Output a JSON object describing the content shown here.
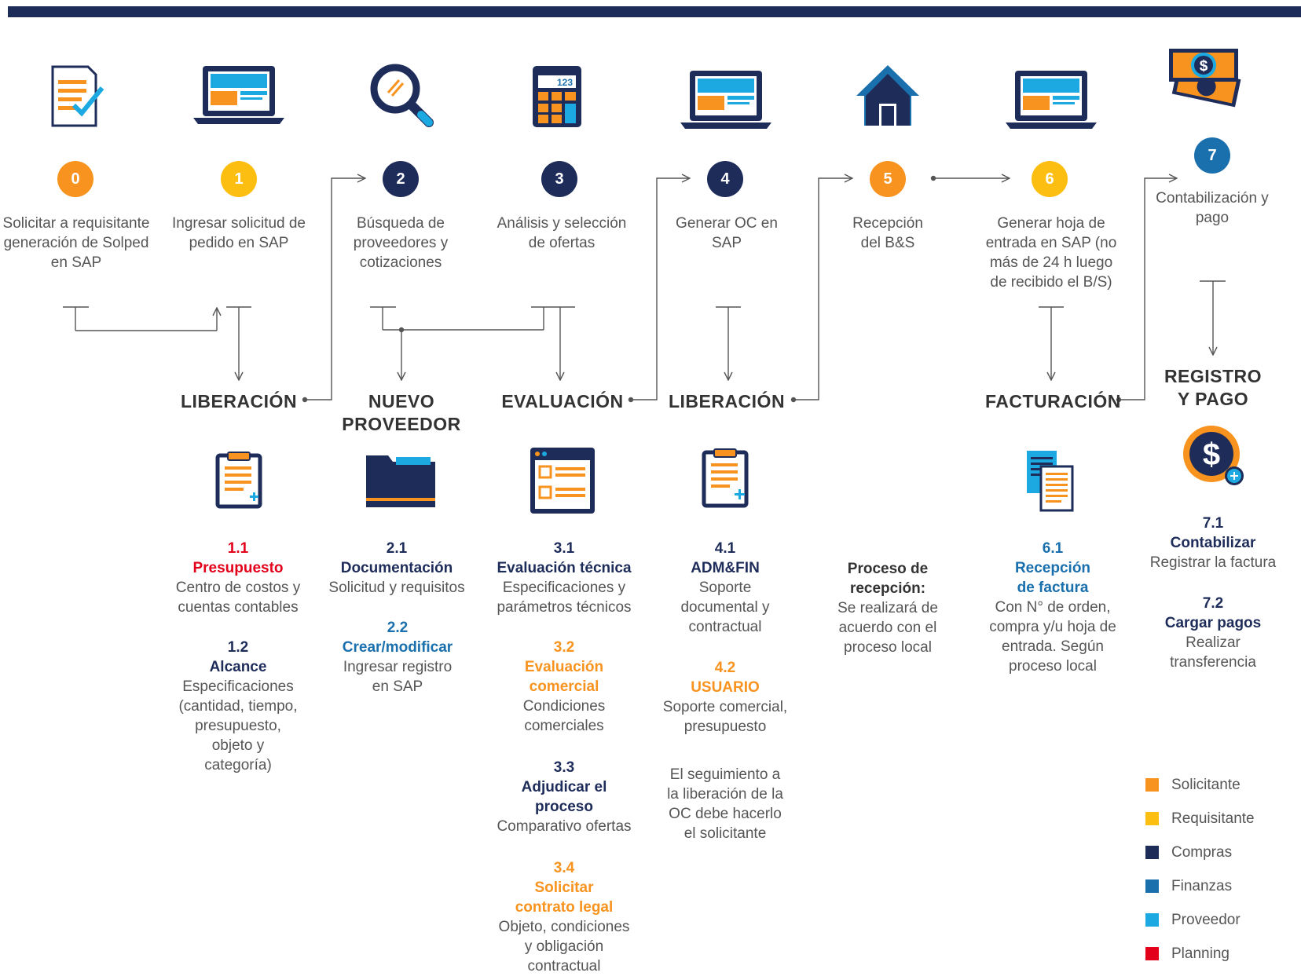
{
  "colors": {
    "solicitante": "#f7931e",
    "requisitante": "#fdbe12",
    "compras": "#1e2c5a",
    "finanzas": "#1a6fad",
    "proveedor": "#1ca9e1",
    "planning": "#e2001a"
  },
  "steps": [
    {
      "num": "0",
      "label": "Solicitar a requisitante generación de Solped en SAP",
      "role": "solicitante",
      "icon": "document-check-icon"
    },
    {
      "num": "1",
      "label": "Ingresar solicitud de pedido en SAP",
      "role": "requisitante",
      "icon": "laptop-icon"
    },
    {
      "num": "2",
      "label": "Búsqueda de proveedores y cotizaciones",
      "role": "compras",
      "icon": "magnifier-icon"
    },
    {
      "num": "3",
      "label": "Análisis y selección de ofertas",
      "role": "compras",
      "icon": "calculator-icon"
    },
    {
      "num": "4",
      "label": "Generar OC en SAP",
      "role": "compras",
      "icon": "laptop-icon"
    },
    {
      "num": "5",
      "label": "Recepción del B&S",
      "role": "solicitante",
      "icon": "house-icon"
    },
    {
      "num": "6",
      "label": "Generar hoja de entrada en SAP (no más de 24 h luego de recibido el B/S)",
      "role": "requisitante",
      "icon": "laptop-icon"
    },
    {
      "num": "7",
      "label": "Contabilización y pago",
      "role": "finanzas",
      "icon": "money-icon"
    }
  ],
  "calc_display": "123",
  "phases": {
    "liberacion1": "LIBERACIÓN",
    "nuevo_proveedor": "NUEVO PROVEEDOR",
    "evaluacion": "EVALUACIÓN",
    "liberacion2": "LIBERACIÓN",
    "facturacion": "FACTURACIÓN",
    "registro": "REGISTRO Y PAGO"
  },
  "sub": {
    "s11": {
      "num": "1.1",
      "title": "Presupuesto",
      "text": "Centro de costos y cuentas contables"
    },
    "s12": {
      "num": "1.2",
      "title": "Alcance",
      "text": "Especificaciones (cantidad, tiempo, presupuesto, objeto y categoría)"
    },
    "s21": {
      "num": "2.1",
      "title": "Documentación",
      "text": "Solicitud y requisitos"
    },
    "s22": {
      "num": "2.2",
      "title": "Crear/modificar",
      "text": "Ingresar registro en SAP"
    },
    "s31": {
      "num": "3.1",
      "title": "Evaluación técnica",
      "text": "Especificaciones y parámetros técnicos"
    },
    "s32": {
      "num": "3.2",
      "title": "Evaluación comercial",
      "text": "Condiciones comerciales"
    },
    "s33": {
      "num": "3.3",
      "title": "Adjudicar el proceso",
      "text": "Comparativo ofertas"
    },
    "s34": {
      "num": "3.4",
      "title": "Solicitar contrato legal",
      "text": "Objeto, condiciones y obligación contractual"
    },
    "s41": {
      "num": "4.1",
      "title": "ADM&FIN",
      "text": "Soporte documental y contractual"
    },
    "s42": {
      "num": "4.2",
      "title": "USUARIO",
      "text": "Soporte comercial, presupuesto"
    },
    "s42note": "El seguimiento a la liberación de la OC debe hacerlo el solicitante",
    "s5": {
      "title": "Proceso de recepción:",
      "text": "Se realizará de acuerdo con el proceso local"
    },
    "s61": {
      "num": "6.1",
      "title": "Recepción de factura",
      "text": "Con N° de orden, compra y/u hoja de entrada. Según proceso local"
    },
    "s71": {
      "num": "7.1",
      "title": "Contabilizar",
      "text": "Registrar la factura"
    },
    "s72": {
      "num": "7.2",
      "title": "Cargar pagos",
      "text": "Realizar transferencia"
    }
  },
  "legend": [
    {
      "label": "Solicitante",
      "color": "#f7931e"
    },
    {
      "label": "Requisitante",
      "color": "#fdbe12"
    },
    {
      "label": "Compras",
      "color": "#1e2c5a"
    },
    {
      "label": "Finanzas",
      "color": "#1a6fad"
    },
    {
      "label": "Proveedor",
      "color": "#1ca9e1"
    },
    {
      "label": "Planning",
      "color": "#e2001a"
    }
  ]
}
